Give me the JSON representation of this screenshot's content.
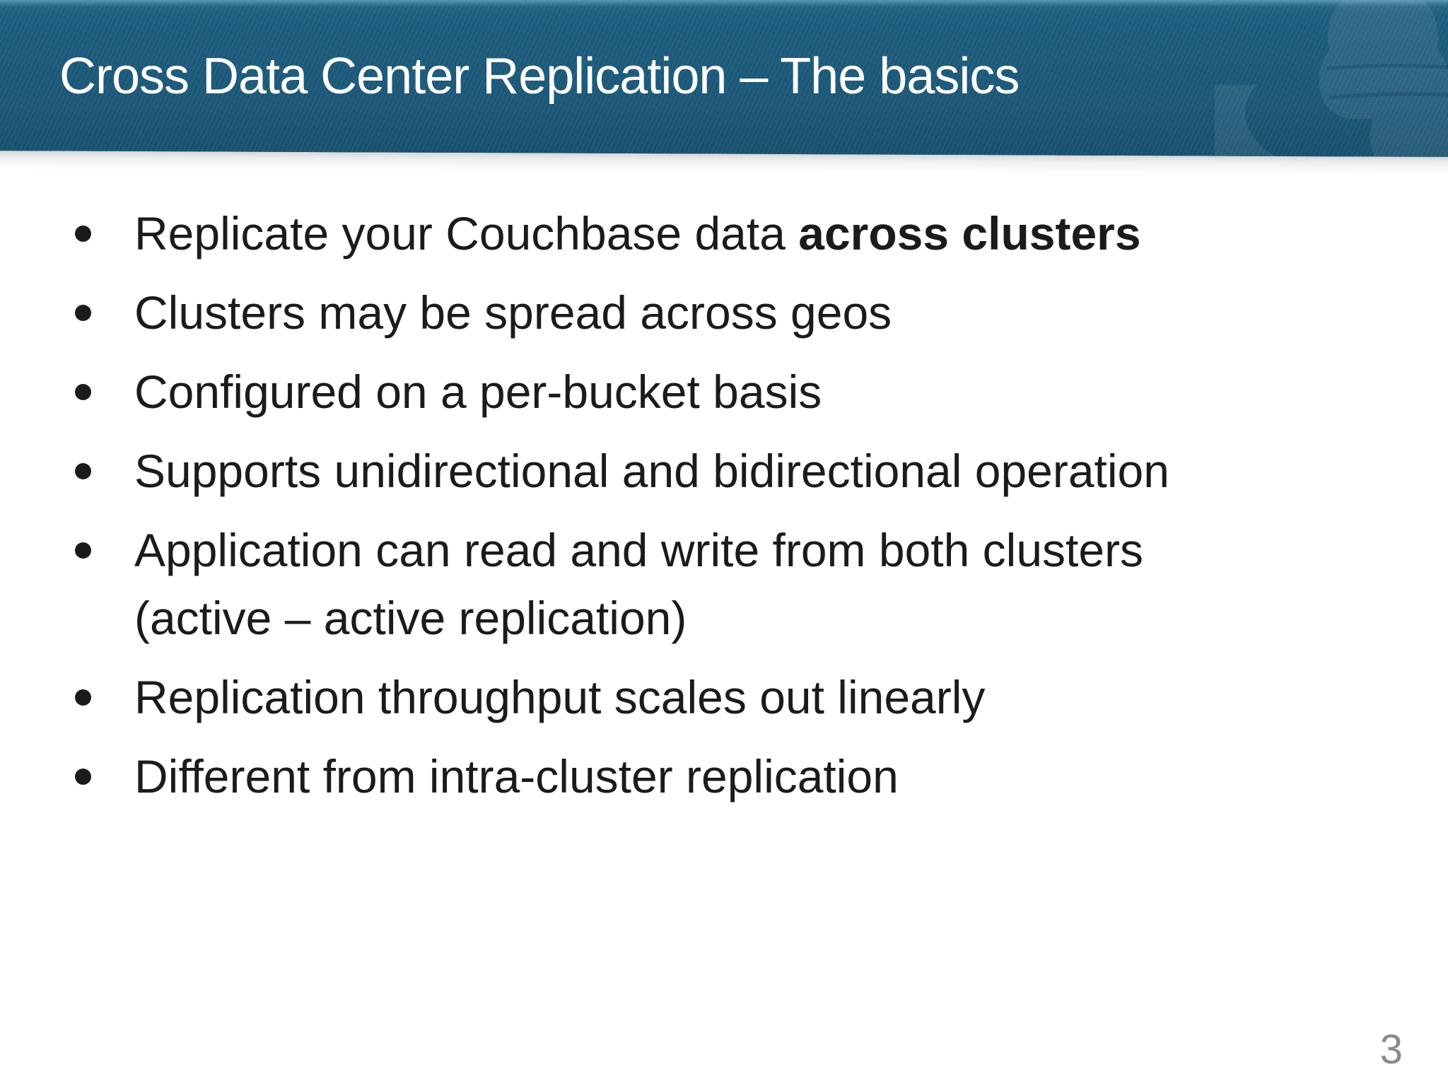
{
  "slide": {
    "title": "Cross Data Center Replication – The basics",
    "page_number": "3",
    "bullets": [
      {
        "lines": [
          [
            {
              "t": "Replicate your Couchbase data ",
              "b": false
            },
            {
              "t": "across clusters",
              "b": true
            }
          ]
        ]
      },
      {
        "lines": [
          [
            {
              "t": "Clusters may be spread across geos",
              "b": false
            }
          ]
        ]
      },
      {
        "lines": [
          [
            {
              "t": "Configured on a per-bucket basis",
              "b": false
            }
          ]
        ]
      },
      {
        "lines": [
          [
            {
              "t": "Supports unidirectional and bidirectional operation",
              "b": false
            }
          ]
        ]
      },
      {
        "lines": [
          [
            {
              "t": "Application can read and write from both clusters",
              "b": false
            }
          ],
          [
            {
              "t": "(active – active replication)",
              "b": false
            }
          ]
        ]
      },
      {
        "lines": [
          [
            {
              "t": "Replication throughput scales out linearly",
              "b": false
            }
          ]
        ]
      },
      {
        "lines": [
          [
            {
              "t": "Different from intra-cluster replication",
              "b": false
            }
          ]
        ]
      }
    ]
  },
  "icons": {
    "watermark": "couch-sofa-silhouette",
    "bullet_marker": "filled-circle"
  },
  "colors": {
    "header_bg": "#1d5a7a",
    "header_top_strip": "#5795b3",
    "title_text": "#ffffff",
    "body_text": "#1b1b1b",
    "page_number": "#8a8a8e"
  }
}
